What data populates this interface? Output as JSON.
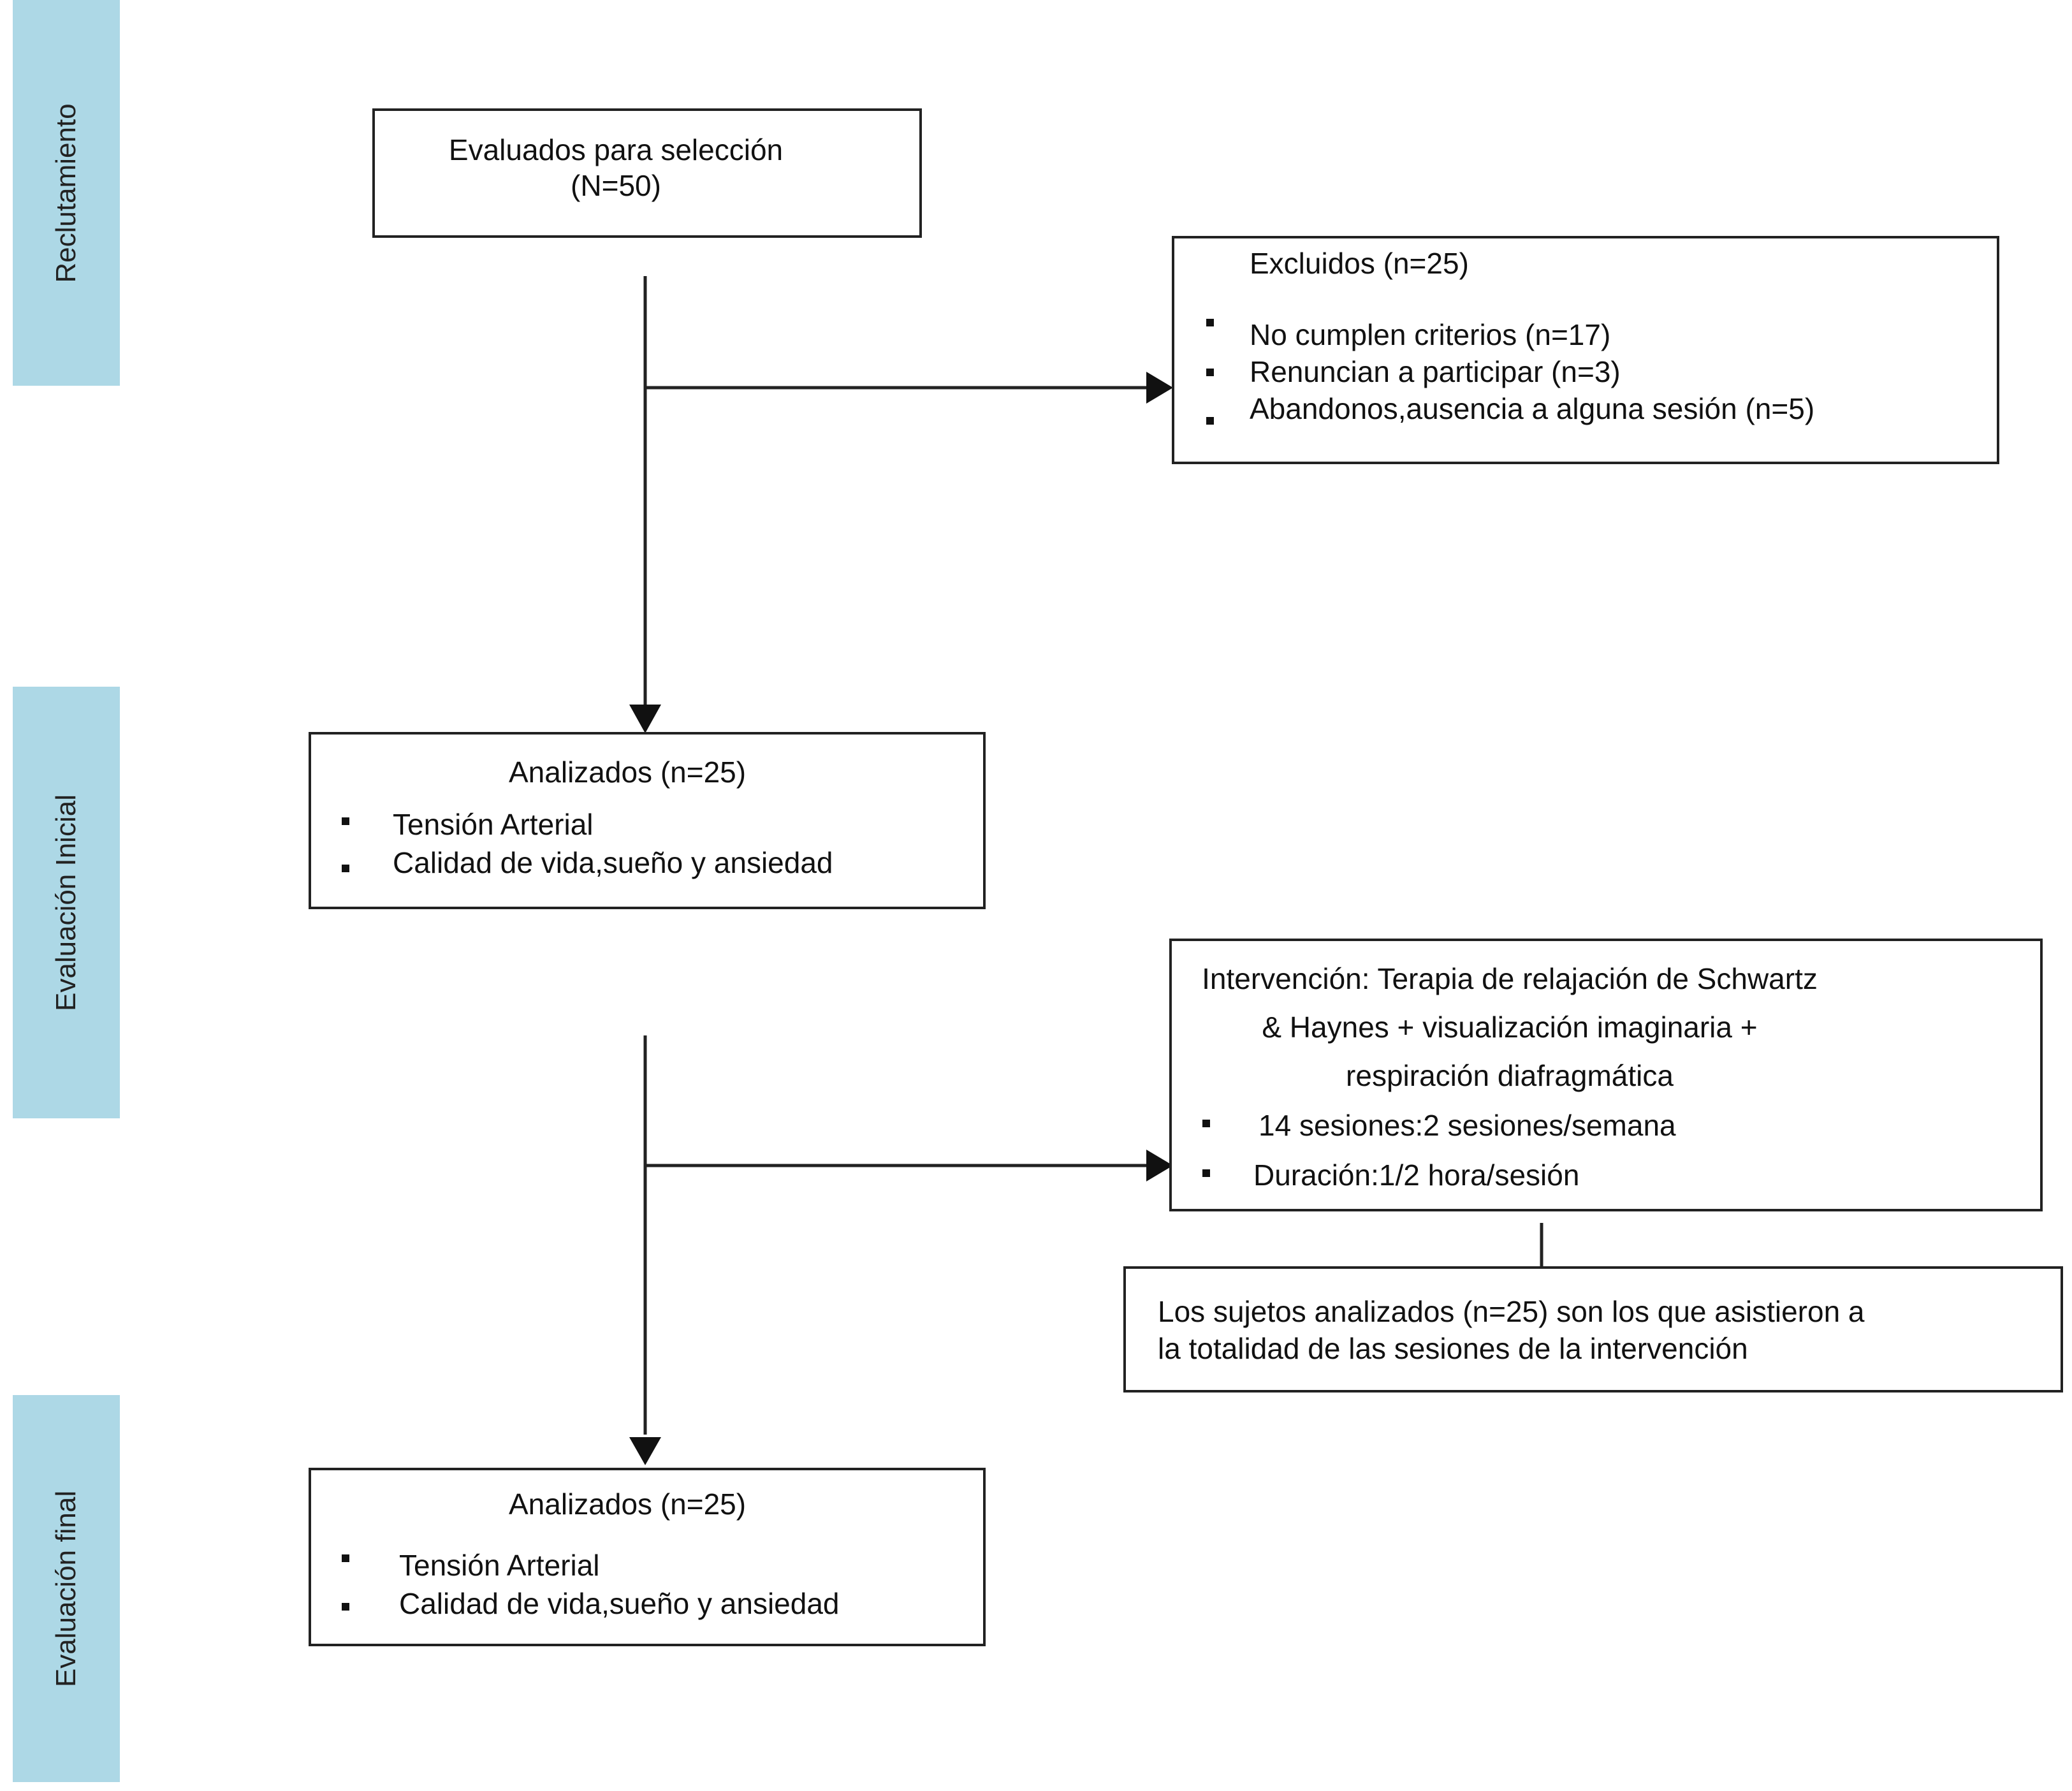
{
  "phases": {
    "recruitment": "Reclutamiento",
    "initial": "Evaluación Inicial",
    "final": "Evaluación final"
  },
  "screening": {
    "line1": "Evaluados para selección",
    "line2": "(N=50)"
  },
  "excluded": {
    "title": "Excluidos (n=25)",
    "items": [
      "No cumplen criterios (n=17)",
      "Renuncian a participar (n=3)",
      "Abandonos,ausencia a alguna sesión (n=5)"
    ]
  },
  "initial_analysis": {
    "title": "Analizados (n=25)",
    "items": [
      "Tensión Arterial",
      "Calidad de vida,sueño y ansiedad"
    ]
  },
  "intervention": {
    "line1": "Intervención: Terapia de relajación de Schwartz",
    "line2": "& Haynes + visualización imaginaria +",
    "line3": "respiración diafragmática",
    "items": [
      "14 sesiones:2 sesiones/semana",
      "Duración:1/2 hora/sesión"
    ]
  },
  "note": {
    "line1": "Los sujetos analizados (n=25) son los que asistieron a",
    "line2": "la totalidad de las sesiones de la intervención"
  },
  "final_analysis": {
    "title": "Analizados (n=25)",
    "items": [
      "Tensión Arterial",
      "Calidad de vida,sueño y ansiedad"
    ]
  },
  "colors": {
    "phase_band": "#add8e6",
    "line": "#222222"
  }
}
